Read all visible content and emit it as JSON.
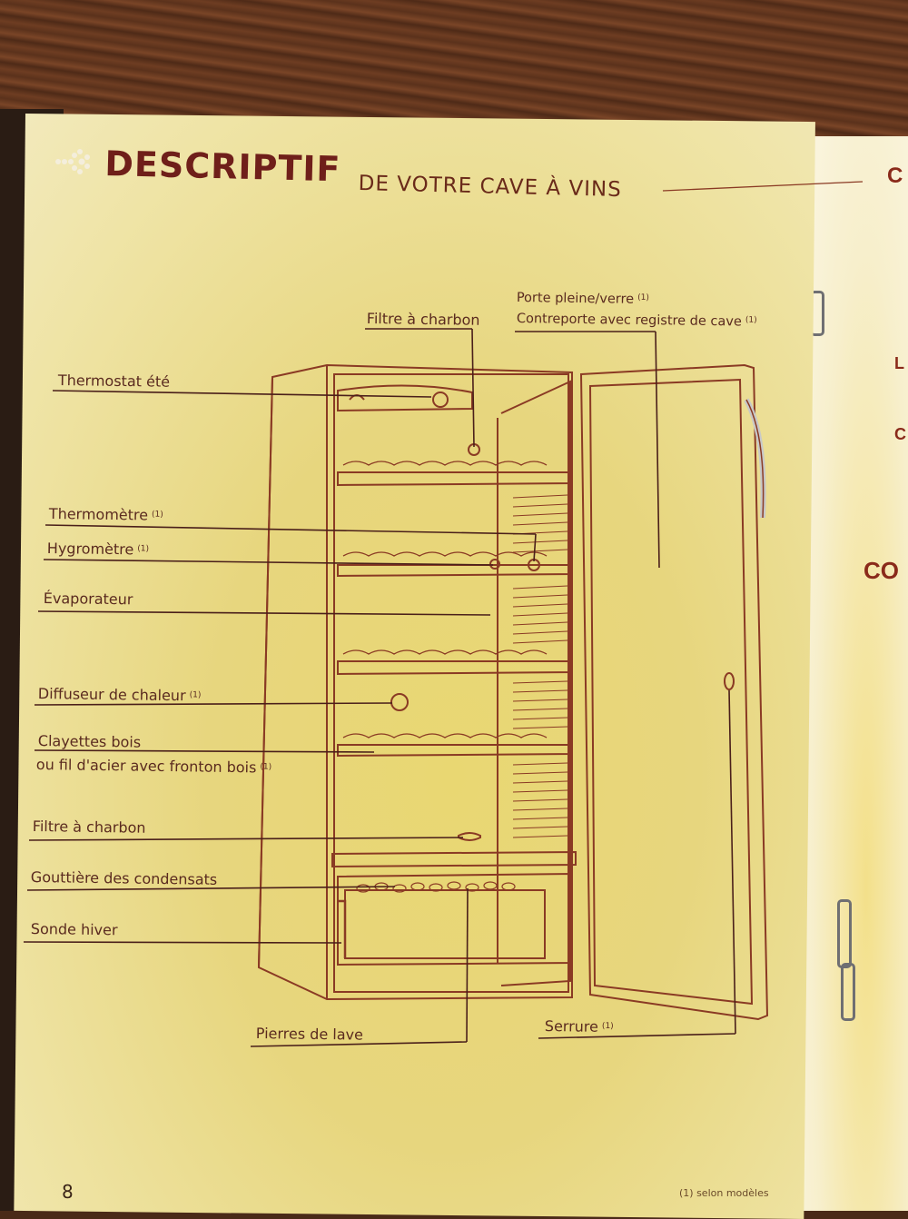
{
  "header": {
    "title": "DESCRIPTIF",
    "subtitle": "DE VOTRE CAVE À VINS"
  },
  "labels": {
    "filtre_charbon_top": "Filtre à charbon",
    "porte": "Porte pleine/verre",
    "porte_note": "(1)",
    "contreporte": "Contreporte avec registre de cave",
    "contreporte_note": "(1)",
    "thermostat": "Thermostat été",
    "thermometre": "Thermomètre",
    "thermometre_note": "(1)",
    "hygrometre": "Hygromètre",
    "hygrometre_note": "(1)",
    "evaporateur": "Évaporateur",
    "diffuseur": "Diffuseur de chaleur",
    "diffuseur_note": "(1)",
    "clayettes_1": "Clayettes bois",
    "clayettes_2": "ou fil d'acier avec fronton bois",
    "clayettes_note": "(1)",
    "filtre_charbon_bottom": "Filtre à charbon",
    "gouttiere": "Gouttière des condensats",
    "sonde": "Sonde hiver",
    "pierres": "Pierres de lave",
    "serrure": "Serrure",
    "serrure_note": "(1)"
  },
  "footer": {
    "page_number": "8",
    "footnote": "(1) selon modèles"
  },
  "next_page": {
    "heading_fragment": "C",
    "side_fragment_1": "L",
    "side_fragment_2": "C",
    "side_fragment_3": "CO"
  },
  "colors": {
    "accent": "#6f1f1a",
    "line": "#7a2a1e",
    "paper": "#e9d772"
  }
}
